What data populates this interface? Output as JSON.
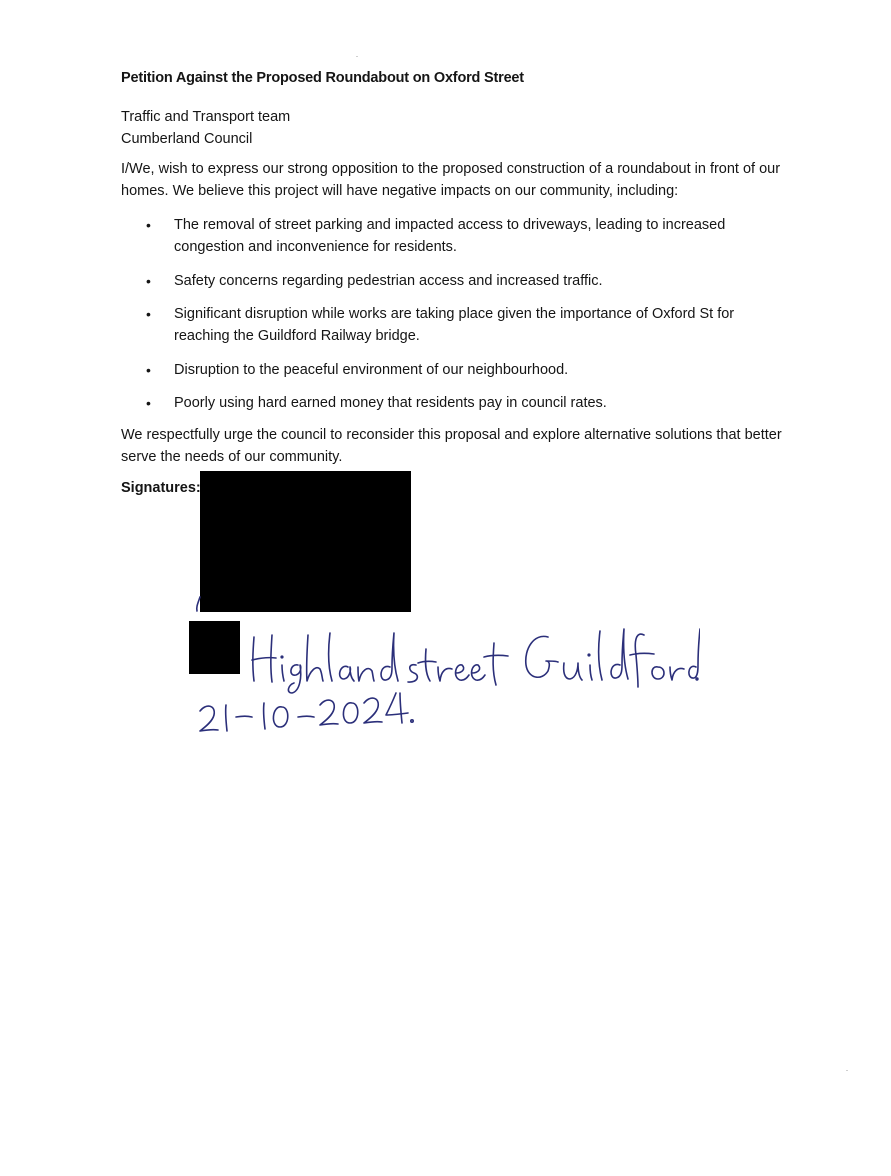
{
  "document": {
    "title": "Petition Against the Proposed Roundabout on Oxford Street",
    "addressee": {
      "line1": "Traffic and Transport team",
      "line2": "Cumberland Council"
    },
    "intro": "I/We, wish to express our strong opposition to the proposed construction of a roundabout in front of our homes. We believe this project will have negative impacts on our community, including:",
    "bullets": [
      "The removal of street parking and impacted access to driveways, leading to increased congestion and inconvenience for residents.",
      "Safety concerns regarding pedestrian access and increased traffic.",
      "Significant disruption while works are taking place given the importance of Oxford St for reaching the Guildford Railway bridge.",
      "Disruption to the peaceful environment of our neighbourhood.",
      "Poorly using hard earned money that residents pay in council rates."
    ],
    "bullet_glyph": "•",
    "closing": "We respectfully urge the council to reconsider this proposal and explore alternative solutions that better serve the needs of our community.",
    "signatures_label": "Signatures:"
  },
  "handwritten": {
    "address": "Highland street Guildford",
    "date": "21-10-2024."
  },
  "colors": {
    "text": "#151515",
    "ink": "#2b2f7a",
    "redaction": "#000000"
  }
}
